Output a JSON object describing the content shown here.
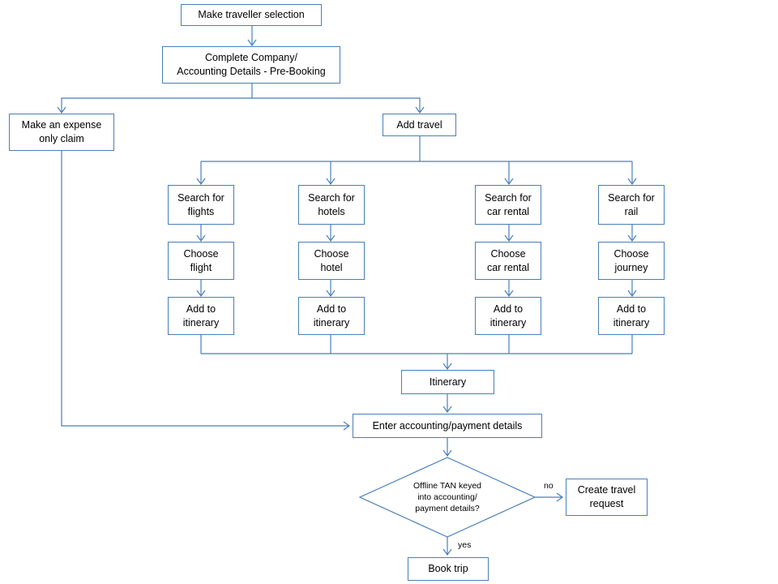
{
  "colors": {
    "stroke": "#4a7ebb",
    "fill": "#ffffff",
    "text": "#000000"
  },
  "nodes": {
    "make_traveller": "Make traveller selection",
    "complete_company": "Complete Company/\nAccounting Details - Pre-Booking",
    "expense_claim": "Make an expense\nonly claim",
    "add_travel": "Add travel",
    "search_flights": "Search for\nflights",
    "search_hotels": "Search for\nhotels",
    "search_car": "Search for\ncar rental",
    "search_rail": "Search for\nrail",
    "choose_flight": "Choose\nflight",
    "choose_hotel": "Choose\nhotel",
    "choose_car": "Choose\ncar rental",
    "choose_journey": "Choose\njourney",
    "add_itin_flights": "Add to\nitinerary",
    "add_itin_hotels": "Add to\nitinerary",
    "add_itin_car": "Add to\nitinerary",
    "add_itin_rail": "Add to\nitinerary",
    "itinerary": "Itinerary",
    "enter_accounting": "Enter accounting/payment details",
    "decision": "Offline TAN keyed\ninto  accounting/\npayment details?",
    "create_request": "Create travel\nrequest",
    "book_trip": "Book trip"
  },
  "edge_labels": {
    "no": "no",
    "yes": "yes"
  }
}
